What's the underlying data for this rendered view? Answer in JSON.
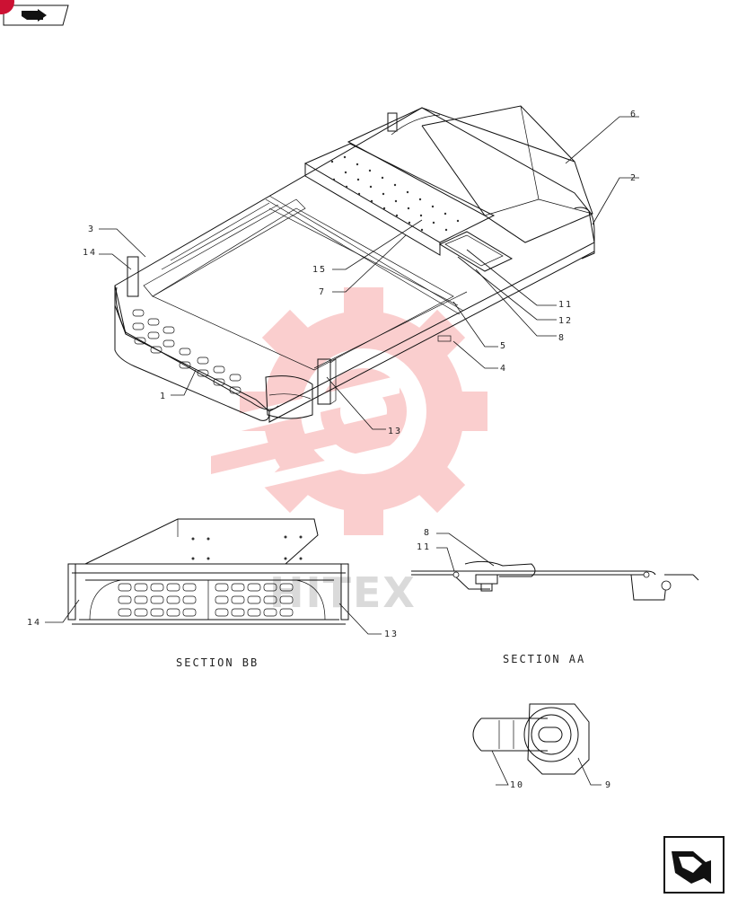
{
  "watermark": {
    "text": "HITEX",
    "color": "#f08a8a"
  },
  "callouts": {
    "c1": "1",
    "c2": "2",
    "c3": "3",
    "c4": "4",
    "c5": "5",
    "c6": "6",
    "c7": "7",
    "c8": "8",
    "c9": "9",
    "c10": "10",
    "c11": "11",
    "c12": "12",
    "c13": "13",
    "c14": "14",
    "c15": "15"
  },
  "sections": {
    "bb": "SECTION BB",
    "aa": "SECTION AA"
  },
  "section_callouts": {
    "bb_left": "14",
    "bb_right": "13",
    "aa_top": "8",
    "aa_second": "11",
    "detail_left": "10",
    "detail_right": "9"
  },
  "icons": {
    "top_left": "back-arrow-icon",
    "bottom_right": "next-arrow-icon"
  }
}
